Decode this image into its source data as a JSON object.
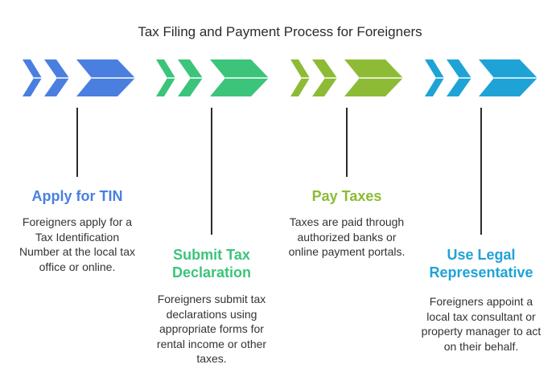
{
  "title": "Tax Filing and Payment Process for Foreigners",
  "colors": {
    "step1": "#4a7fe0",
    "step2": "#3cc47a",
    "step3": "#8dbb35",
    "step4": "#1fa3d6",
    "connector": "#2b2b2b"
  },
  "steps": [
    {
      "heading": "Apply for TIN",
      "description": "Foreigners apply for a Tax Identification Number at the local tax office or online."
    },
    {
      "heading": "Submit Tax Declaration",
      "description": "Foreigners submit tax declarations using appropriate forms for rental income or other taxes."
    },
    {
      "heading": "Pay Taxes",
      "description": "Taxes are paid through authorized banks or online payment portals."
    },
    {
      "heading": "Use Legal Representative",
      "description": "Foreigners appoint a local tax consultant or property manager to act on their behalf."
    }
  ]
}
